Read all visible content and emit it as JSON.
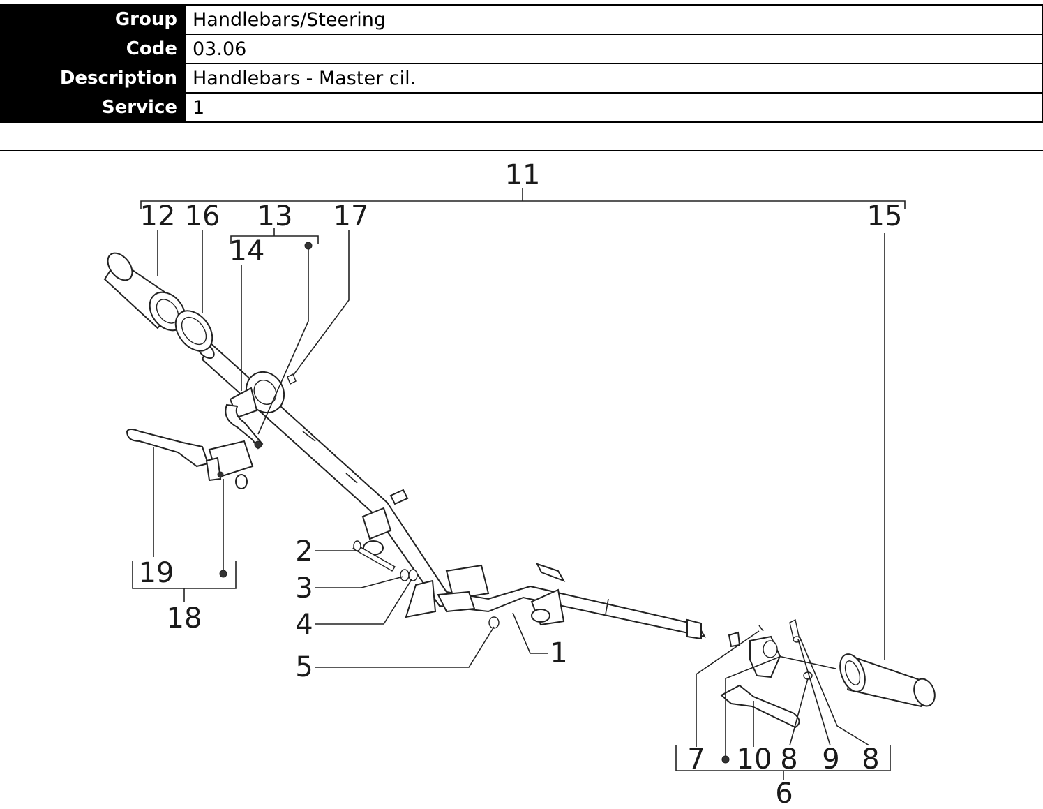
{
  "header": {
    "rows": [
      {
        "label": "Group",
        "value": "Handlebars/Steering"
      },
      {
        "label": "Code",
        "value": "03.06"
      },
      {
        "label": "Description",
        "value": "Handlebars - Master cil."
      },
      {
        "label": "Service",
        "value": "1"
      }
    ]
  },
  "diagram": {
    "callouts": {
      "c1": "1",
      "c2": "2",
      "c3": "3",
      "c4": "4",
      "c5": "5",
      "c6": "6",
      "c7": "7",
      "c8a": "8",
      "c8b": "8",
      "c9": "9",
      "c10": "10",
      "c11": "11",
      "c12": "12",
      "c13": "13",
      "c14": "14",
      "c15": "15",
      "c16": "16",
      "c17": "17",
      "c18": "18",
      "c19": "19"
    }
  }
}
